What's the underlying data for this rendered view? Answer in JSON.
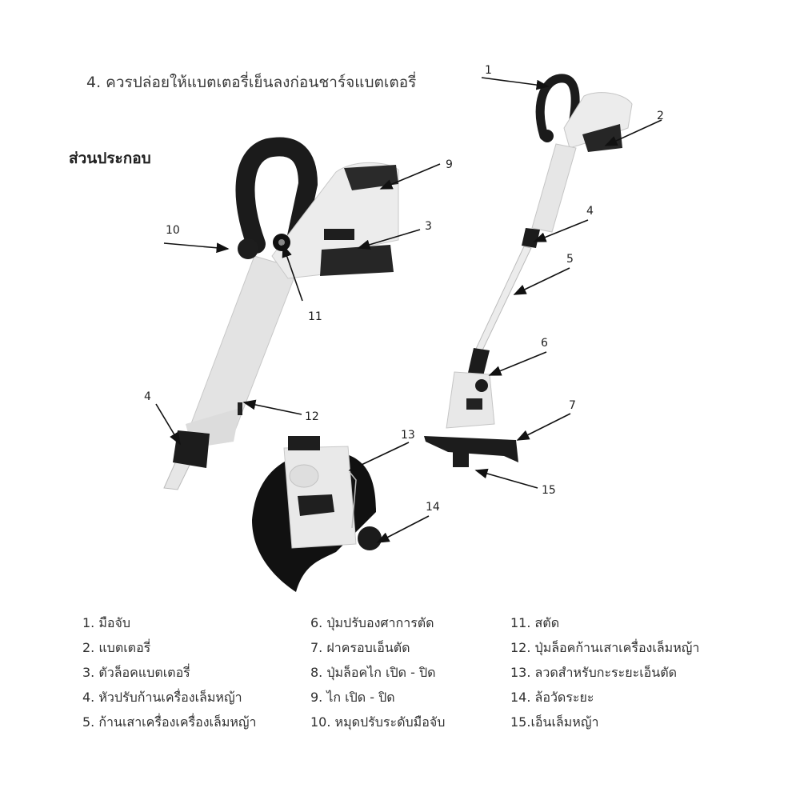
{
  "note": "4. ควรปล่อยให้แบตเตอรี่เย็นลงก่อนชาร์จแบตเตอรี่",
  "heading": "ส่วนประกอบ",
  "callouts": {
    "c1": "1",
    "c2": "2",
    "c3": "3",
    "c4a": "4",
    "c4b": "4",
    "c5": "5",
    "c6": "6",
    "c7": "7",
    "c9": "9",
    "c10": "10",
    "c11": "11",
    "c12": "12",
    "c13": "13",
    "c14": "14",
    "c15": "15"
  },
  "parts": {
    "col1": [
      "1. มือจับ",
      "2. แบตเตอรี่",
      "3. ตัวล็อคแบตเตอรี่",
      "4. หัวปรับก้านเครื่องเล็มหญ้า",
      "5. ก้านเสาเครื่องเครื่องเล็มหญ้า"
    ],
    "col2": [
      "6. ปุ่มปรับองศาการตัด",
      "7. ฝาครอบเอ็นตัด",
      "8. ปุ่มล็อคไก เปิด - ปิด",
      "9. ไก เปิด - ปิด",
      "10. หมุดปรับระดับมือจับ"
    ],
    "col3": [
      "11. สตัด",
      "12. ปุ่มล็อคก้านเสาเครื่องเล็มหญ้า",
      "13. ลวดสำหรับกะระยะเอ็นตัด",
      "14. ล้อวัดระยะ",
      "15.เอ็นเล็มหญ้า"
    ]
  }
}
